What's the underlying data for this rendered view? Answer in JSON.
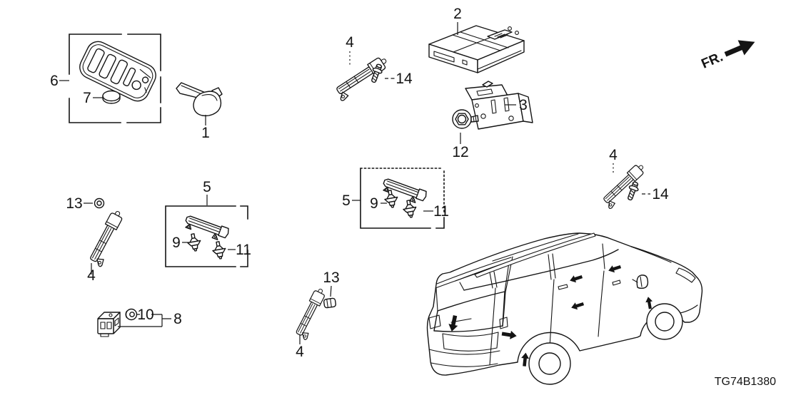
{
  "colors": {
    "background": "#ffffff",
    "line": "#141414"
  },
  "fr_label": "FR.",
  "diagram_code": "TG74B1380",
  "callouts": [
    {
      "part": "6",
      "text": "6",
      "instance": "smart-key-box"
    },
    {
      "part": "7",
      "text": "7",
      "instance": "key-battery"
    },
    {
      "part": "1",
      "text": "1",
      "instance": "key-blade"
    },
    {
      "part": "4",
      "text": "4",
      "instance": "antenna-top-center"
    },
    {
      "part": "14",
      "text": "14",
      "instance": "screw-top-center"
    },
    {
      "part": "2",
      "text": "2",
      "instance": "control-unit"
    },
    {
      "part": "3",
      "text": "3",
      "instance": "bracket"
    },
    {
      "part": "12",
      "text": "12",
      "instance": "screw-washer"
    },
    {
      "part": "13",
      "text": "13",
      "instance": "grommet-left"
    },
    {
      "part": "4",
      "text": "4",
      "instance": "antenna-left"
    },
    {
      "part": "5",
      "text": "5",
      "instance": "antenna-kit-left-box"
    },
    {
      "part": "9",
      "text": "9",
      "instance": "clip-left-box"
    },
    {
      "part": "11",
      "text": "11",
      "instance": "clip2-left-box"
    },
    {
      "part": "5",
      "text": "5",
      "instance": "antenna-kit-center-box"
    },
    {
      "part": "9",
      "text": "9",
      "instance": "clip-center-box"
    },
    {
      "part": "11",
      "text": "11",
      "instance": "clip2-center-box"
    },
    {
      "part": "4",
      "text": "4",
      "instance": "antenna-right"
    },
    {
      "part": "14",
      "text": "14",
      "instance": "screw-right"
    },
    {
      "part": "13",
      "text": "13",
      "instance": "grommet-bottom-center"
    },
    {
      "part": "4",
      "text": "4",
      "instance": "antenna-bottom-center"
    },
    {
      "part": "10",
      "text": "10",
      "instance": "grommet-module"
    },
    {
      "part": "8",
      "text": "8",
      "instance": "module-unit"
    }
  ],
  "vehicle_markers": [
    "tailgate",
    "rear-bumper",
    "rear-quarter",
    "rear-door-upper",
    "front-door-upper",
    "rear-door-mid",
    "front-fender"
  ]
}
